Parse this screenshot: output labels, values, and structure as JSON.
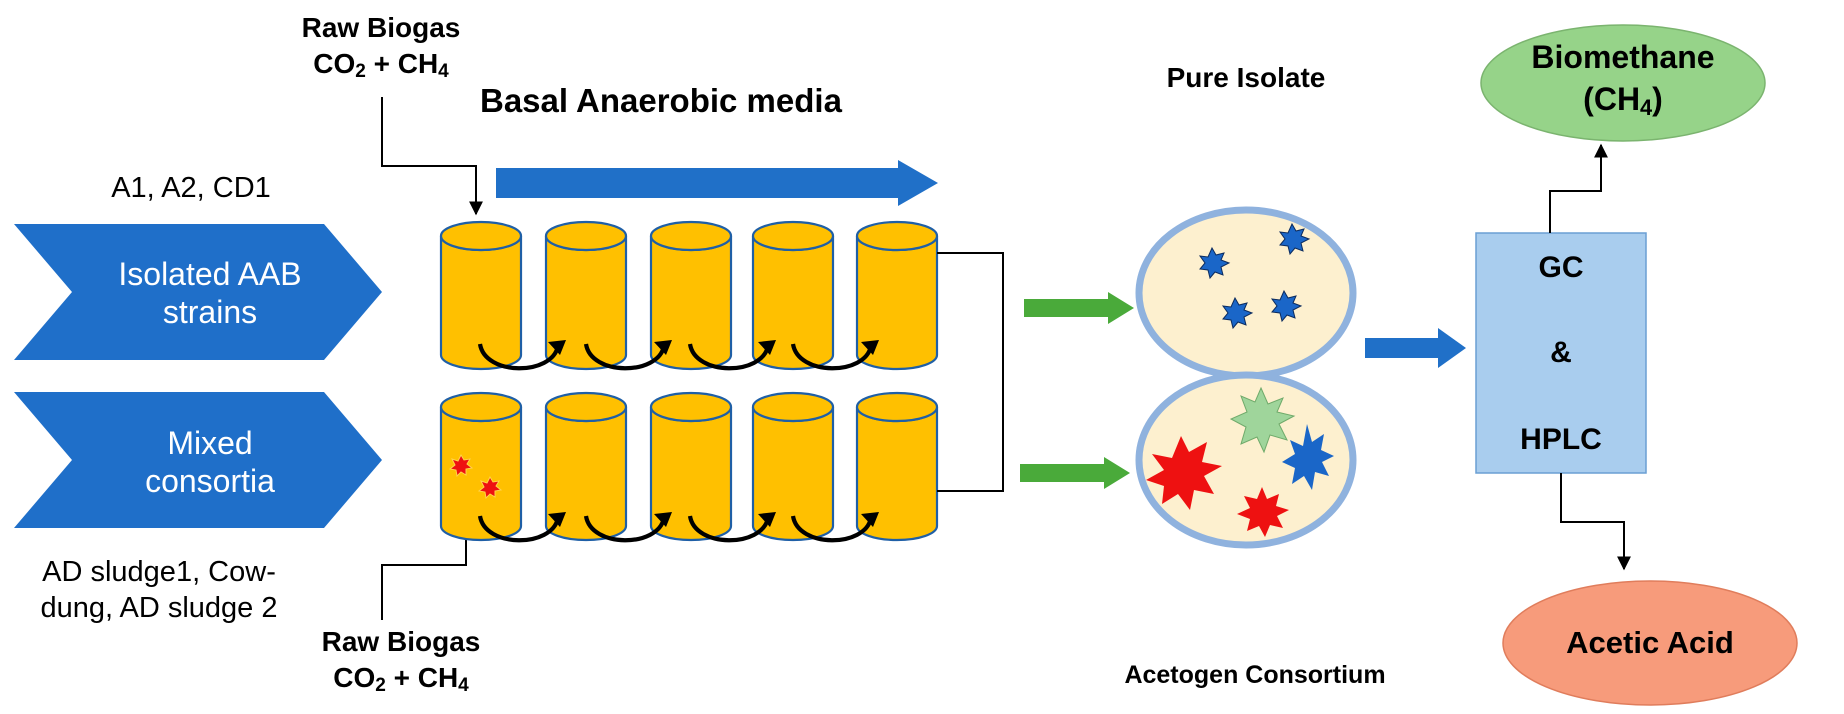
{
  "diagram": {
    "raw_biogas_top": {
      "title": "Raw Biogas",
      "formula": {
        "a": "CO",
        "a_sub": "2",
        "plus": " + CH",
        "b_sub": "4"
      }
    },
    "raw_biogas_bottom": {
      "title": "Raw Biogas",
      "formula": {
        "a": "CO",
        "a_sub": "2",
        "plus": " + CH",
        "b_sub": "4"
      }
    },
    "media_label": "Basal Anaerobic media",
    "pure_strains_sources": "A1, A2, CD1",
    "chevron_top": {
      "line1": "Isolated AAB",
      "line2": "strains"
    },
    "chevron_bottom": {
      "line1": "Mixed",
      "line2": "consortia"
    },
    "mixed_sources": {
      "line1": "AD sludge1, Cow-",
      "line2": "dung, AD sludge 2"
    },
    "pure_isolate_label": "Pure Isolate",
    "consortium_label": "Acetogen Consortium",
    "analysis_box": {
      "line1": "GC",
      "line2": "&",
      "line3": "HPLC"
    },
    "product_top": {
      "line1": "Biomethane",
      "line2_pre": "(CH",
      "line2_sub": "4",
      "line2_post": ")"
    },
    "product_bottom": "Acetic Acid",
    "colors": {
      "chevron_blue": "#1f6fc9",
      "flow_arrow_blue": "#2070c8",
      "green_arrow": "#4aaa3a",
      "cylinder_fill": "#ffc000",
      "cylinder_stroke": "#1f5fa6",
      "dish_fill": "#fdf0cf",
      "dish_rim": "#8fb2de",
      "analysis_box": "#a9cdee",
      "biomethane": "#96d389",
      "acetic_acid": "#f79b7b",
      "microbe_blue": "#1a66c8",
      "microbe_red": "#ee1111",
      "microbe_green": "#9fd59b"
    }
  }
}
